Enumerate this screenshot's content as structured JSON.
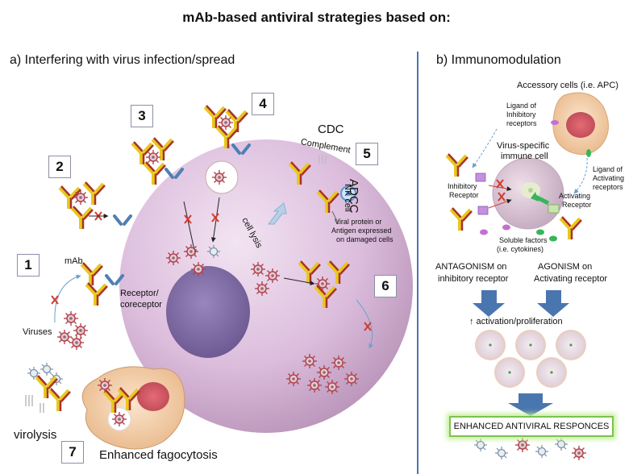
{
  "title": "mAb-based antiviral strategies based on:",
  "section_a": "a) Interfering with virus infection/spread",
  "section_b": "b) Immunomodulation",
  "numbers": [
    "1",
    "2",
    "3",
    "4",
    "5",
    "6",
    "7"
  ],
  "labels": {
    "mab": "mAb",
    "receptor": "Receptor/",
    "coreceptor": "coreceptor",
    "viruses": "Viruses",
    "cdc": "CDC",
    "complement": "Complement",
    "adcc": "ADCC",
    "nk_cell": "NK cell",
    "viral_protein_1": "Viral protein or",
    "viral_protein_2": "Antigen expressed",
    "viral_protein_3": "on damaged cells",
    "cell_lysis": "cell lysis",
    "virolysis": "virolysis",
    "fagocytosis": "Enhanced fagocytosis",
    "accessory": "Accessory cells (i.e. APC)",
    "ligand_inh_1": "Ligand of",
    "ligand_inh_2": "Inhibitory",
    "ligand_inh_3": "receptors",
    "virus_specific_1": "Virus-specific",
    "virus_specific_2": "immune cell",
    "ligand_act_1": "Ligand of",
    "ligand_act_2": "Activating",
    "ligand_act_3": "receptors",
    "inh_receptor_1": "Inhibitory",
    "inh_receptor_2": "Receptor",
    "act_receptor_1": "Activating",
    "act_receptor_2": "Receptor",
    "soluble_1": "Soluble factors",
    "soluble_2": "(i.e. cytokines)",
    "antagonism_1": "ANTAGONISM on",
    "antagonism_2": "inhibitory receptor",
    "agonism_1": "AGONISM on",
    "agonism_2": "Activating receptor",
    "activation": "↑ activation/proliferation",
    "enhanced": "ENHANCED ANTIVIRAL RESPONCES"
  },
  "colors": {
    "divider": "#4a76b0",
    "cell": "#d9b8d9",
    "nucleus": "#7e6aa3",
    "antibody_yellow": "#e8c81e",
    "antibody_red": "#a9322a",
    "receptor_blue": "#4f7fb3",
    "arrow_blue": "#4a76b0",
    "block_red": "#d23b2e",
    "green_box": "#7cc24e"
  }
}
